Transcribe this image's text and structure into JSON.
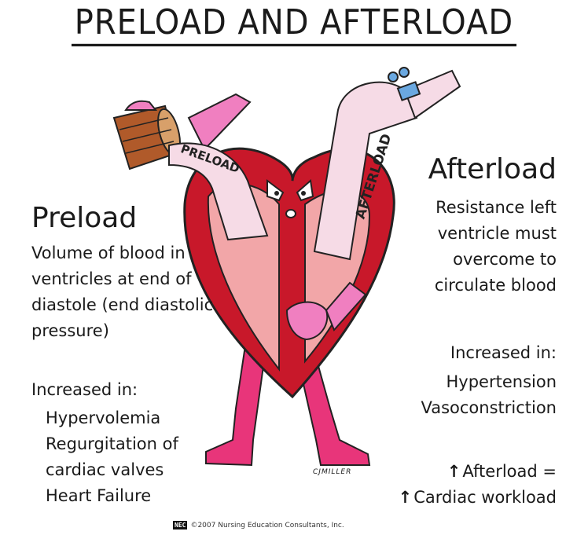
{
  "title": "PRELOAD AND AFTERLOAD",
  "preload": {
    "heading": "Preload",
    "definition": [
      "Volume of blood in",
      "ventricles at end of",
      "diastole (end diastolic",
      "pressure)"
    ],
    "increased_label": "Increased in:",
    "increased_items": [
      "Hypervolemia",
      "Regurgitation of",
      "cardiac valves",
      "Heart Failure"
    ]
  },
  "afterload": {
    "heading": "Afterload",
    "definition": [
      "Resistance left",
      "ventricle must",
      "overcome to",
      "circulate blood"
    ],
    "increased_label": "Increased in:",
    "increased_items": [
      "Hypertension",
      "Vasoconstriction"
    ],
    "effect_line1": "Afterload =",
    "effect_line2": "Cardiac workload",
    "arrow_symbol": "↑"
  },
  "illustration": {
    "preload_label": "PRELOAD",
    "afterload_label": "AFTERLOAD",
    "signature": "CJMILLER"
  },
  "footer": {
    "logo": "NEC",
    "copyright": "©2007 Nursing Education Consultants, Inc."
  },
  "colors": {
    "heart_red": "#c8182a",
    "heart_pink": "#f2a6a8",
    "limb_pink": "#e8357a",
    "hand_pink": "#f07fc0",
    "cup_brown": "#b05a2a",
    "valve_blue": "#6aa8e0"
  }
}
